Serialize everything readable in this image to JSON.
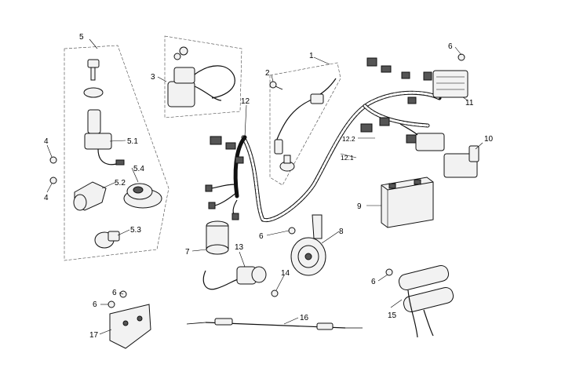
{
  "labels": {
    "l1": "1",
    "l2": "2",
    "l3": "3",
    "l4a": "4",
    "l4b": "4",
    "l5": "5",
    "l5_1": "5.1",
    "l5_2": "5.2",
    "l5_3": "5.3",
    "l5_4": "5.4",
    "l6a": "6",
    "l6b": "6",
    "l6c": "6",
    "l6d": "6",
    "l6e": "6",
    "l7": "7",
    "l8": "8",
    "l9": "9",
    "l10": "10",
    "l11": "11",
    "l12": "12",
    "l12_1": "12.1",
    "l12_2": "12.2",
    "l13": "13",
    "l14": "14",
    "l15": "15",
    "l16": "16",
    "l17": "17"
  }
}
